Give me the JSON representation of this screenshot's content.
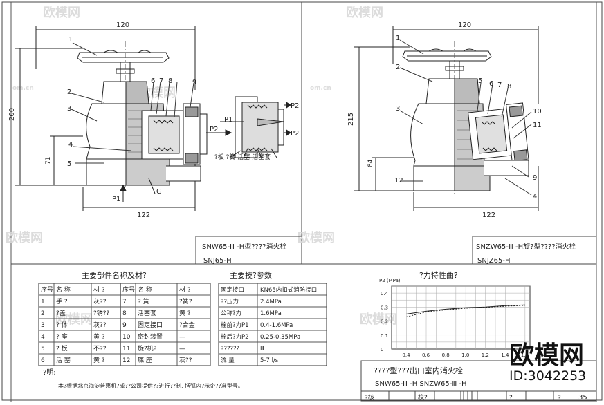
{
  "left_view": {
    "dims": {
      "top": "120",
      "height": "200",
      "inner_h": "71",
      "bottom": "122"
    },
    "labels": [
      "1",
      "2",
      "3",
      "4",
      "5",
      "6",
      "7",
      "8",
      "9"
    ],
    "detail_labels": {
      "p1": "P1",
      "p2": "P2",
      "p2a": "P2",
      "p2b": "P2",
      "g": "G",
      "p1b": "P1"
    },
    "parts_caption": "?板  ?簧    活塞   活塞套",
    "title_line1": "SNW65-Ⅲ -H型????消火栓",
    "title_line2": "SNJ65-H"
  },
  "right_view": {
    "dims": {
      "top": "120",
      "height": "215",
      "inner_h": "84",
      "bottom": "122"
    },
    "labels": [
      "1",
      "2",
      "3",
      "5",
      "6",
      "7",
      "8",
      "9",
      "10",
      "11",
      "12",
      "4"
    ],
    "title_line1": "SNZW65-Ⅲ -H旋?型????消火栓",
    "title_line2": "SNJZ65-H"
  },
  "parts_table": {
    "title": "主要部件名称及材?",
    "headers": [
      "序号",
      "名   称",
      "材   ?",
      "序号",
      "名   称",
      "材   ?"
    ],
    "rows": [
      [
        "1",
        "手   ?",
        "灰??",
        "7",
        "?   簧",
        "?簧?"
      ],
      [
        "2",
        "?盖",
        "?锈??",
        "8",
        "活塞套",
        "黄   ?"
      ],
      [
        "3",
        "?   体",
        "灰??",
        "9",
        "固定接口",
        "?合金"
      ],
      [
        "4",
        "?   座",
        "黄   ?",
        "10",
        "密封装置",
        "—"
      ],
      [
        "5",
        "?   板",
        "不??",
        "11",
        "旋?机?",
        "—"
      ],
      [
        "6",
        "活   塞",
        "黄   ?",
        "12",
        "底   座",
        "灰??"
      ]
    ]
  },
  "params_table": {
    "title": "主要技?参数",
    "rows": [
      [
        "固定接口",
        "KN65内扣式消防接口"
      ],
      [
        "??压力",
        "2.4MPa"
      ],
      [
        "公称?力",
        "1.6MPa"
      ],
      [
        "栓前?力P1",
        "0.4-1.6MPa"
      ],
      [
        "栓后?力P2",
        "0.25-0.35MPa"
      ],
      [
        "??????",
        "Ⅲ"
      ],
      [
        "流   量",
        "5-7 l/s"
      ]
    ]
  },
  "chart_data": {
    "type": "line",
    "title": "?力特性曲?",
    "ylabel": "P2 (MPa)",
    "xlabel": "",
    "xticks": [
      "0.4",
      "0.6",
      "0.8",
      "1.0",
      "1.2",
      "1.4",
      "1.6"
    ],
    "yticks": [
      "0",
      "0.1",
      "0.2",
      "0.3",
      "0.4"
    ],
    "xlim": [
      0.25,
      1.65
    ],
    "ylim": [
      0,
      0.45
    ],
    "grid": true,
    "series": [
      {
        "x": [
          0.4,
          0.6,
          0.8,
          1.0,
          1.2,
          1.4,
          1.6
        ],
        "y": [
          0.25,
          0.27,
          0.285,
          0.295,
          0.3,
          0.31,
          0.315
        ]
      },
      {
        "x": [
          0.4,
          0.6,
          0.8,
          1.0,
          1.2,
          1.4,
          1.6
        ],
        "y": [
          0.23,
          0.265,
          0.28,
          0.292,
          0.298,
          0.306,
          0.312
        ]
      }
    ]
  },
  "notes": {
    "heading": "?明:",
    "text": "本?根据北京海淀普惠机?成??公司提供??进行??制, 括弧内?示企??准型号。"
  },
  "title_block": {
    "line1": "????型???出口室内消火栓",
    "line2": "SNW65-Ⅲ -H   SNZW65-Ⅲ -H",
    "cells": [
      "?核",
      "",
      "校?",
      "",
      "?",
      "",
      "?",
      "",
      "35"
    ]
  },
  "watermark": {
    "text": "欧模网",
    "site": "om.cn"
  },
  "stamp": {
    "brand": "欧模网",
    "id": "ID:3042253"
  }
}
